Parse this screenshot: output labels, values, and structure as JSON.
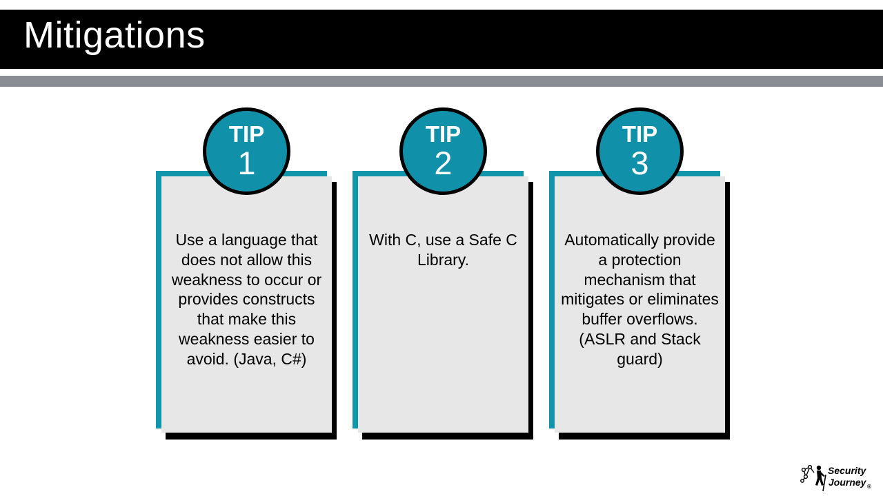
{
  "slide": {
    "title": "Mitigations"
  },
  "tips": [
    {
      "label": "TIP",
      "number": "1",
      "text": "Use a language that does not allow this weakness to occur or provides constructs that make this weakness easier to avoid. (Java, C#)"
    },
    {
      "label": "TIP",
      "number": "2",
      "text": "With C, use a Safe C Library."
    },
    {
      "label": "TIP",
      "number": "3",
      "text": "Automatically provide a protection mechanism that mitigates or eliminates buffer overflows. (ASLR and Stack guard)"
    }
  ],
  "logo": {
    "line1": "Security",
    "line2": "Journey",
    "mark": "®",
    "icon": "hiker-network-icon"
  },
  "colors": {
    "accent": "#1095ab",
    "badge": "#1191a9",
    "card": "#e7e7e8",
    "rule": "#8a8d93"
  }
}
